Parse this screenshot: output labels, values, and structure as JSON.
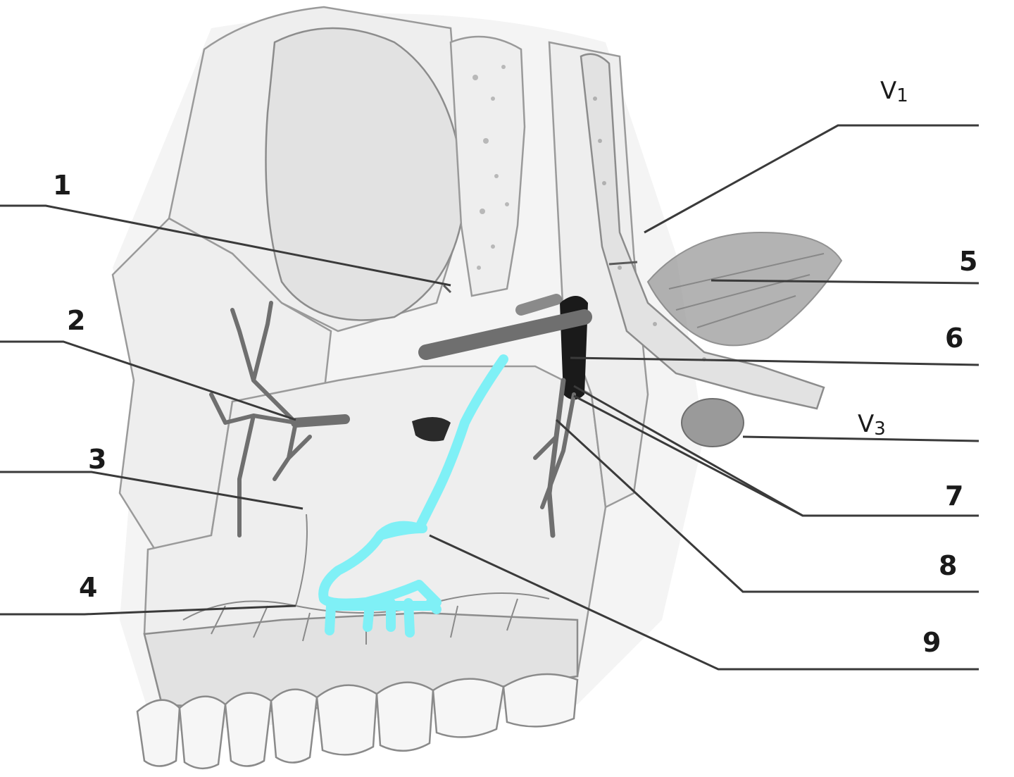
{
  "labels": {
    "l1": "1",
    "l2": "2",
    "l3": "3",
    "l4": "4",
    "l5": "5",
    "l6": "6",
    "l7": "7",
    "l8": "8",
    "l9": "9",
    "v1": "V",
    "v1_sub": "1",
    "v3": "V",
    "v3_sub": "3"
  },
  "colors": {
    "highlight": "#7ff0f6",
    "nerve": "#6f6f6f",
    "leader": "#3a3a3a"
  }
}
